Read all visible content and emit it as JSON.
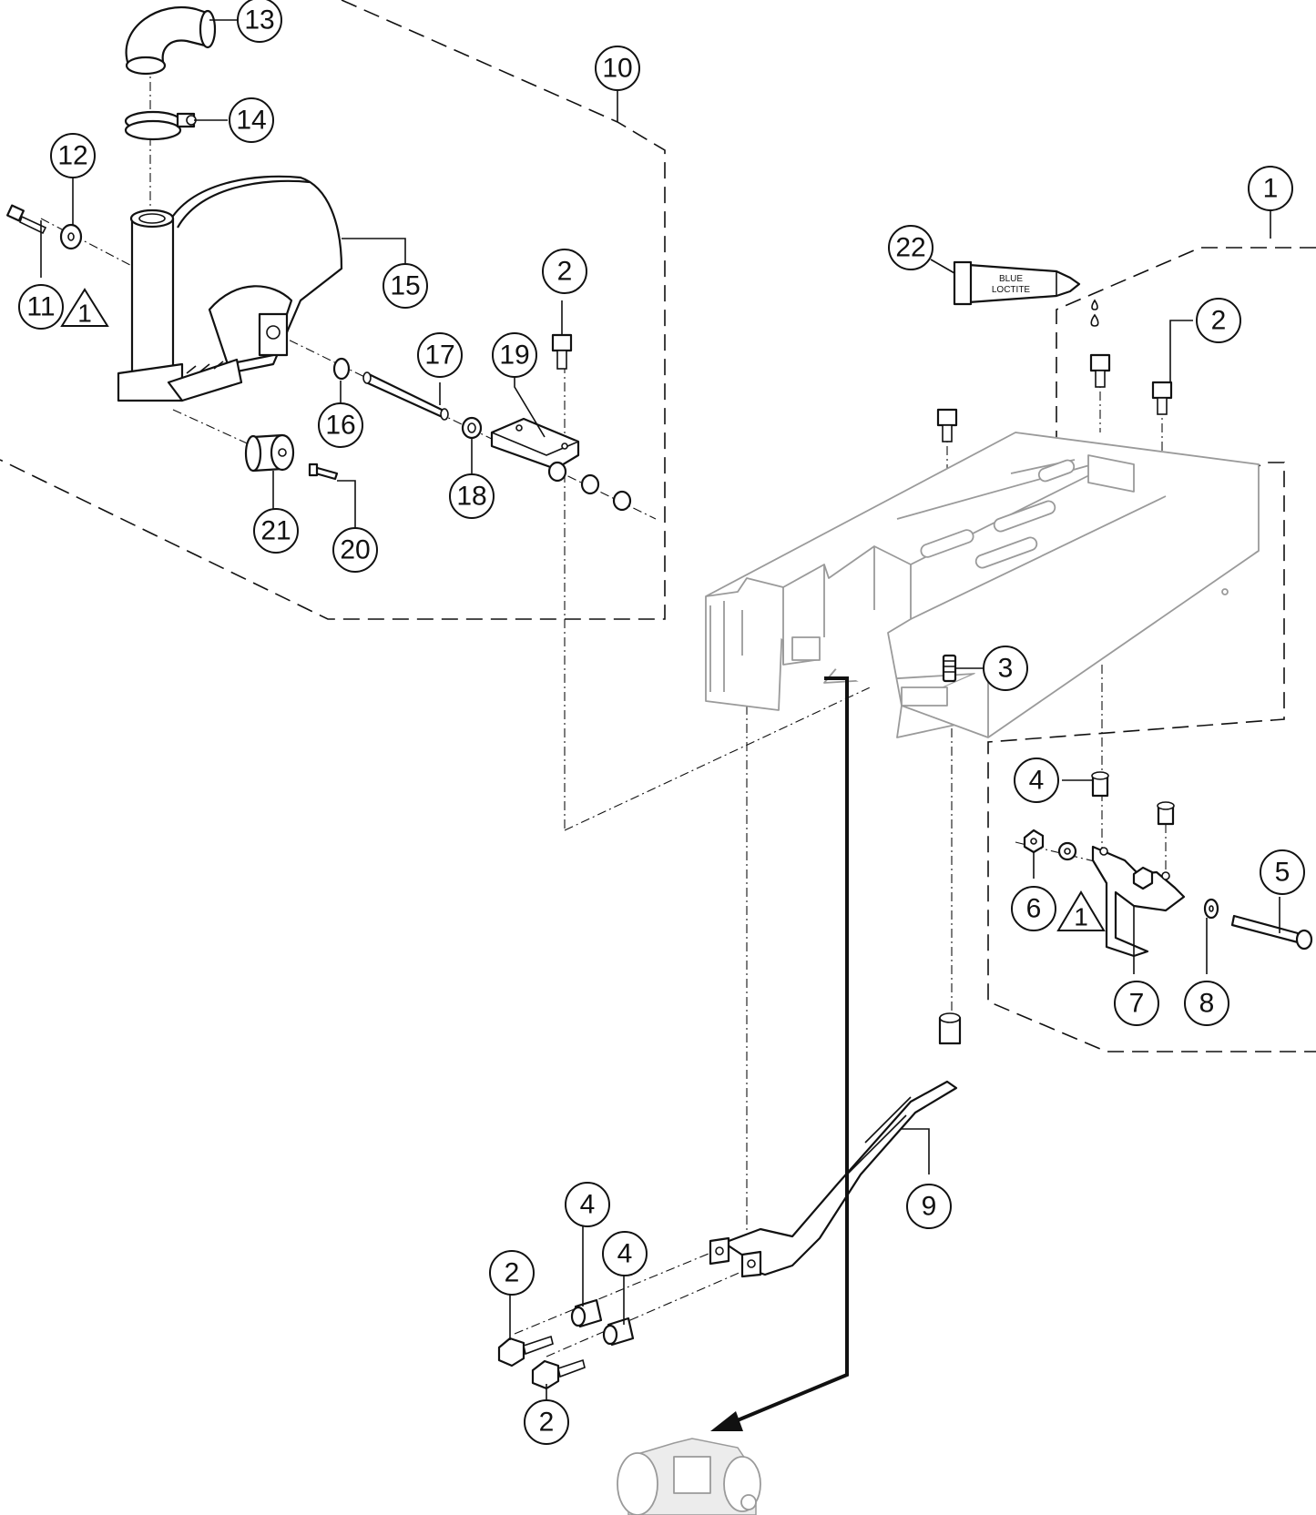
{
  "diagram": {
    "callouts": [
      {
        "id": "c13",
        "label": "13"
      },
      {
        "id": "c10",
        "label": "10"
      },
      {
        "id": "c14",
        "label": "14"
      },
      {
        "id": "c12",
        "label": "12"
      },
      {
        "id": "c15",
        "label": "15"
      },
      {
        "id": "c11",
        "label": "11"
      },
      {
        "id": "c2a",
        "label": "2"
      },
      {
        "id": "c17",
        "label": "17"
      },
      {
        "id": "c19",
        "label": "19"
      },
      {
        "id": "c16",
        "label": "16"
      },
      {
        "id": "c18",
        "label": "18"
      },
      {
        "id": "c21",
        "label": "21"
      },
      {
        "id": "c20",
        "label": "20"
      },
      {
        "id": "c1",
        "label": "1"
      },
      {
        "id": "c22",
        "label": "22"
      },
      {
        "id": "c2b",
        "label": "2"
      },
      {
        "id": "c3",
        "label": "3"
      },
      {
        "id": "c4a",
        "label": "4"
      },
      {
        "id": "c5",
        "label": "5"
      },
      {
        "id": "c6",
        "label": "6"
      },
      {
        "id": "c7",
        "label": "7"
      },
      {
        "id": "c8",
        "label": "8"
      },
      {
        "id": "c9",
        "label": "9"
      },
      {
        "id": "c4b",
        "label": "4"
      },
      {
        "id": "c4c",
        "label": "4"
      },
      {
        "id": "c2c",
        "label": "2"
      },
      {
        "id": "c2d",
        "label": "2"
      }
    ],
    "warning_triangles": [
      {
        "id": "t1",
        "label": "1"
      },
      {
        "id": "t2",
        "label": "1"
      }
    ],
    "loctite_label": [
      "BLUE",
      "LOCTITE"
    ]
  }
}
